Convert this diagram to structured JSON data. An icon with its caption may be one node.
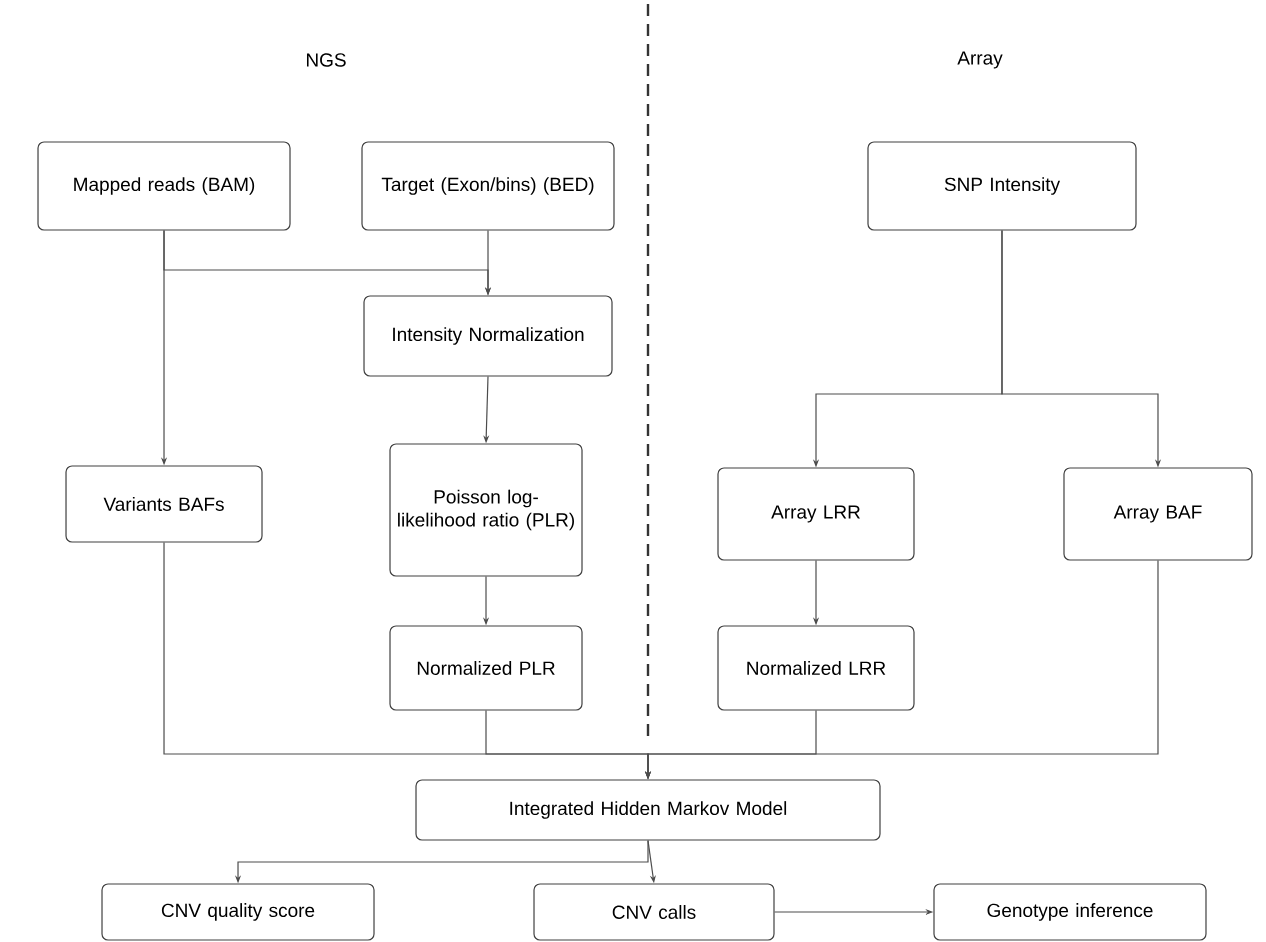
{
  "diagram": {
    "nodes": [
      {
        "text": [
          "Mapped reads (BAM)"
        ]
      },
      {
        "text": [
          "Target (Exon/bins) (BED)"
        ]
      },
      {
        "text": [
          "Intensity Normalization"
        ]
      },
      {
        "text": [
          "Variants BAFs"
        ]
      },
      {
        "text": [
          "Poisson log-likelihood ratio (PLR)"
        ]
      },
      {
        "text": [
          "Normalized PLR"
        ]
      },
      {
        "text": [
          "SNP Intensity"
        ]
      },
      {
        "text": [
          "Array LRR"
        ]
      },
      {
        "text": [
          "Array BAF"
        ]
      },
      {
        "text": [
          "Normalized LRR"
        ]
      },
      {
        "text": [
          "Integrated Hidden Markov Model"
        ]
      },
      {
        "text": [
          "CNV quality score"
        ]
      },
      {
        "text": [
          "CNV calls"
        ]
      },
      {
        "text": [
          "Genotype inference"
        ]
      }
    ],
    "edges": [
      {
        "from": 0,
        "to": 3,
        "arrow": "to"
      },
      {
        "from": 0,
        "to": 2,
        "arrow": "to"
      },
      {
        "from": 1,
        "to": 2,
        "arrow": "to"
      },
      {
        "from": 2,
        "to": 4,
        "arrow": "to"
      },
      {
        "from": 4,
        "to": 5,
        "arrow": "to"
      },
      {
        "from": 6,
        "to": 7,
        "arrow": "to"
      },
      {
        "from": 6,
        "to": 8,
        "arrow": "to"
      },
      {
        "from": 7,
        "to": 9,
        "arrow": "to"
      },
      {
        "from": 3,
        "to": 10,
        "arrow": "to"
      },
      {
        "from": 5,
        "to": 10,
        "arrow": "to"
      },
      {
        "from": 9,
        "to": 10,
        "arrow": "to"
      },
      {
        "from": 8,
        "to": 10,
        "arrow": "to"
      },
      {
        "from": 10,
        "to": 11,
        "arrow": "to"
      },
      {
        "from": 10,
        "to": 12,
        "arrow": "to"
      },
      {
        "from": 12,
        "to": 13,
        "arrow": "to"
      }
    ],
    "labels": [
      "NGS",
      "Array"
    ]
  }
}
